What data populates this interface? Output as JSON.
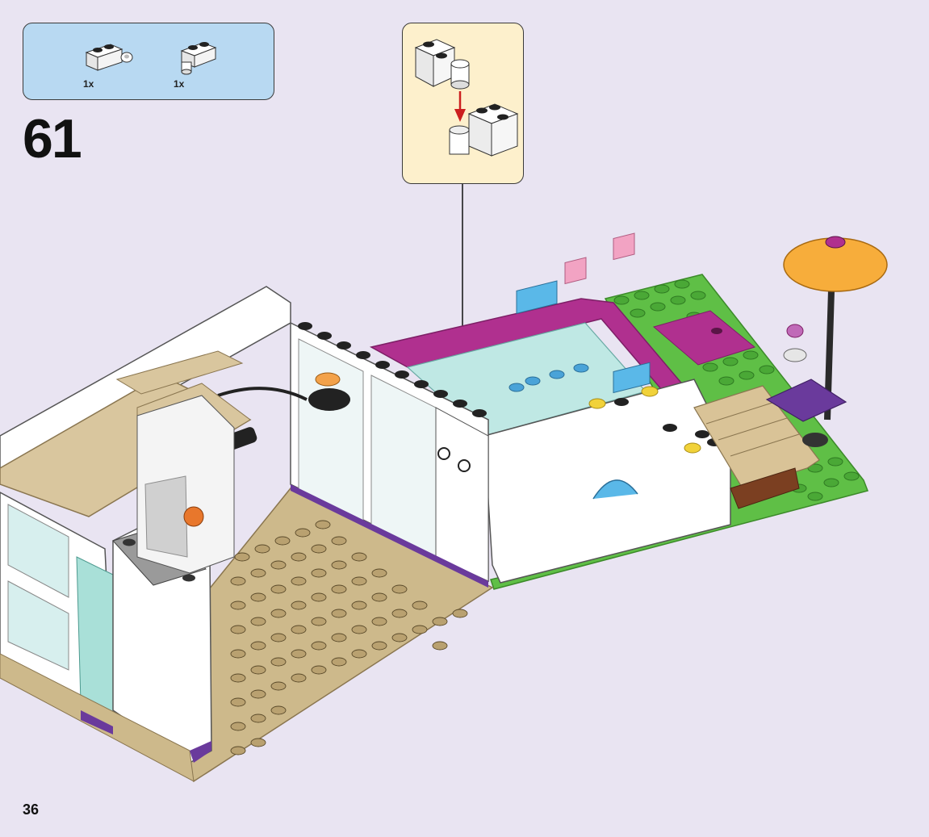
{
  "step": {
    "number": "61"
  },
  "parts_list": {
    "items": [
      {
        "name": "brick-1x2-with-clip",
        "qty": "1x",
        "icon": "white-brick-clip-icon"
      },
      {
        "name": "brick-1x2-with-pin",
        "qty": "1x",
        "icon": "white-brick-pin-icon"
      }
    ]
  },
  "callout": {
    "icon": "sub-assembly-icon",
    "arrow_color": "#cc1f1f"
  },
  "page": {
    "number": "36"
  },
  "colors": {
    "background": "#e9e4f2",
    "parts_box": "#b8d9f2",
    "callout_box": "#fdf0cc",
    "baseplate_tan": "#cdb98b",
    "grass_green": "#5fbf46",
    "magenta": "#b0308f",
    "umbrella_orange": "#f7ad3b",
    "purple": "#6a3a9c"
  }
}
